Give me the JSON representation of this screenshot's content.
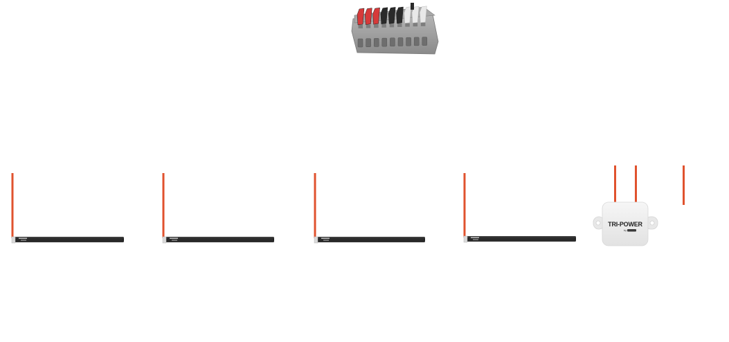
{
  "connector": {
    "icon": "lever-wire-connector",
    "lever_colors": [
      "#d63a3a",
      "#d63a3a",
      "#d63a3a",
      "#2a2a2a",
      "#2a2a2a",
      "#2a2a2a",
      "#e9e9e9",
      "#e9e9e9",
      "#e9e9e9"
    ],
    "body_color": "#9c9c9c"
  },
  "light_strips": [
    {
      "icon": "light-strip-1",
      "cable_color": "#e0522e",
      "strip_color": "#2b2b2b"
    },
    {
      "icon": "light-strip-2",
      "cable_color": "#e0522e",
      "strip_color": "#2b2b2b"
    },
    {
      "icon": "light-strip-3",
      "cable_color": "#e0522e",
      "strip_color": "#2b2b2b"
    },
    {
      "icon": "light-strip-4",
      "cable_color": "#e0522e",
      "strip_color": "#2b2b2b"
    }
  ],
  "power_module": {
    "icon": "tri-power-module",
    "label": "TRI-POWER",
    "cable_color": "#e0522e",
    "body_color": "#eeeeee"
  },
  "loose_cable": {
    "icon": "loose-cable",
    "color": "#e0522e"
  }
}
